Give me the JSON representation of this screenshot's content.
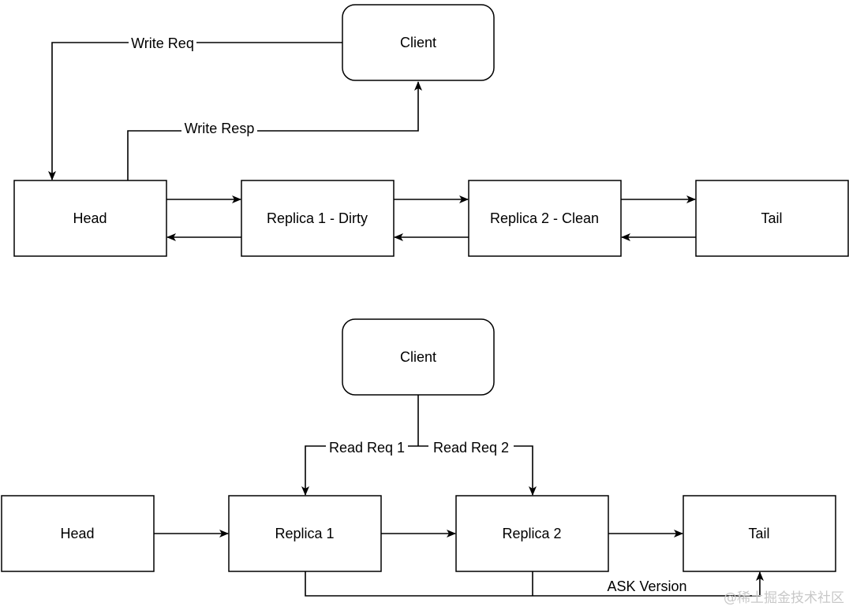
{
  "top": {
    "nodes": {
      "client": "Client",
      "head": "Head",
      "replica1": "Replica 1 - Dirty",
      "replica2": "Replica 2 - Clean",
      "tail": "Tail"
    },
    "edges": {
      "write_req": "Write Req",
      "write_resp": "Write Resp"
    }
  },
  "bottom": {
    "nodes": {
      "client": "Client",
      "head": "Head",
      "replica1": "Replica 1",
      "replica2": "Replica 2",
      "tail": "Tail"
    },
    "edges": {
      "read_req_1": "Read Req 1",
      "read_req_2": "Read Req 2",
      "ask_version": "ASK Version"
    }
  },
  "watermark": "@稀土掘金技术社区"
}
